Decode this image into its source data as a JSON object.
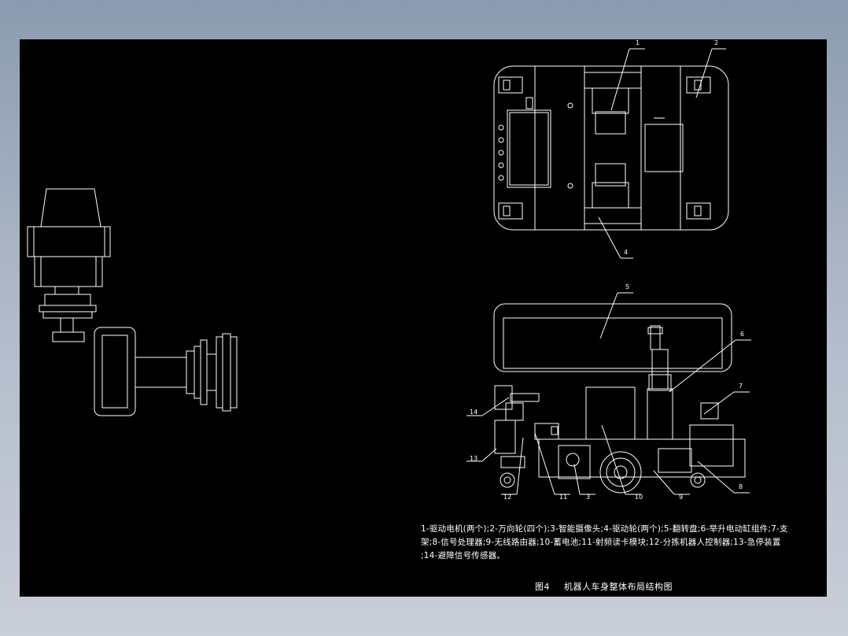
{
  "callouts": [
    "1",
    "2",
    "3",
    "4",
    "5",
    "6",
    "7",
    "8",
    "9",
    "10",
    "11",
    "12",
    "13",
    "14"
  ],
  "legend": {
    "line1": "1-驱动电机(两个);2-万向轮(四个);3-智能摄像头;4-驱动轮(两个);5-翻转盘;6-举升电动缸组件;7-支",
    "line2": "架;8-信号处理器;9-无线路由器;10-蓄电池;11-射频读卡模块;12-分拣机器人控制器;13-急停装置",
    "line3": ";14-避障信号传感器。"
  },
  "caption": {
    "figure_no": "图4",
    "title": "机器人车身整体布局结构图"
  },
  "colors": {
    "background_top": "#8c9bb0",
    "sheet": "#000000",
    "line": "#ffffff"
  }
}
